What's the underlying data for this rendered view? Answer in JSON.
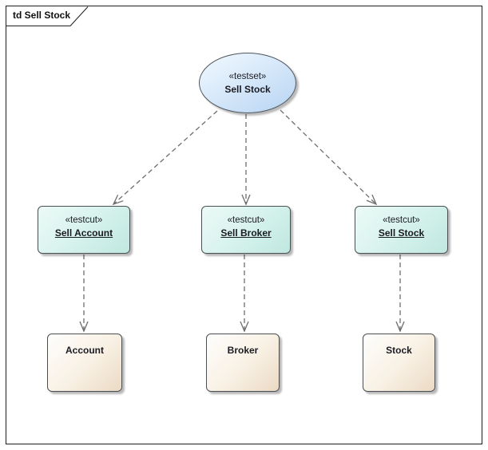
{
  "frame": {
    "label": "td Sell Stock"
  },
  "nodes": {
    "testset": {
      "stereotype": "«testset»",
      "name": "Sell Stock"
    },
    "testcuts": [
      {
        "stereotype": "«testcut»",
        "name": "Sell Account"
      },
      {
        "stereotype": "«testcut»",
        "name": "Sell Broker"
      },
      {
        "stereotype": "«testcut»",
        "name": "Sell Stock"
      }
    ],
    "objects": [
      {
        "name": "Account"
      },
      {
        "name": "Broker"
      },
      {
        "name": "Stock"
      }
    ]
  },
  "connectors": {
    "style": "dashed-open-arrow",
    "count": 6,
    "color": "#6e6e6e"
  },
  "colors": {
    "testset_fill": "#c4dcf6",
    "testcut_fill": "#cdeee7",
    "object_fill": "#ecdbc5",
    "node_border": "#4a4f54",
    "frame_border": "#1d1d1d",
    "background": "#ffffff"
  }
}
